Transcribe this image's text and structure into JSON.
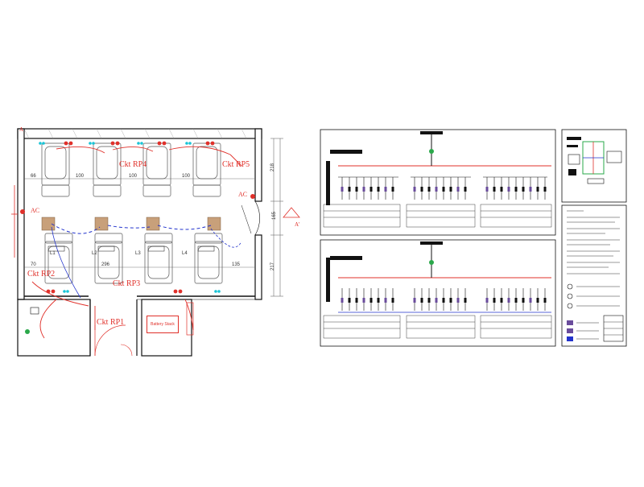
{
  "colors": {
    "wall": "#111111",
    "circuit_red": "#e0302a",
    "circuit_blue": "#2233cc",
    "cyan_text": "#19c4d6",
    "furniture": "#555555",
    "column": "#c8a07a",
    "panel_green": "#2aa84a"
  },
  "floor_plan": {
    "circuit_labels": [
      "Ckt RP4",
      "Ckt RP5",
      "Ckt RP2",
      "Ckt RP3",
      "Ckt RP1"
    ],
    "ac_labels": [
      "AC",
      "AC"
    ],
    "section_marks": [
      "A",
      "A'"
    ],
    "dimensions_top": [
      "66",
      "100",
      "100",
      "100"
    ],
    "dimensions_bottom": [
      "70",
      "296",
      "135"
    ],
    "dimension_right_top": "218",
    "dimension_right_mid": "165",
    "dimension_right_bottom": "217",
    "light_labels": [
      "L1",
      "L2",
      "L3",
      "L4"
    ],
    "battery_label": "Battery Stack"
  },
  "schematic": {
    "title": "Electrical single line diagram",
    "note_header": "GENERAL NOTES"
  }
}
